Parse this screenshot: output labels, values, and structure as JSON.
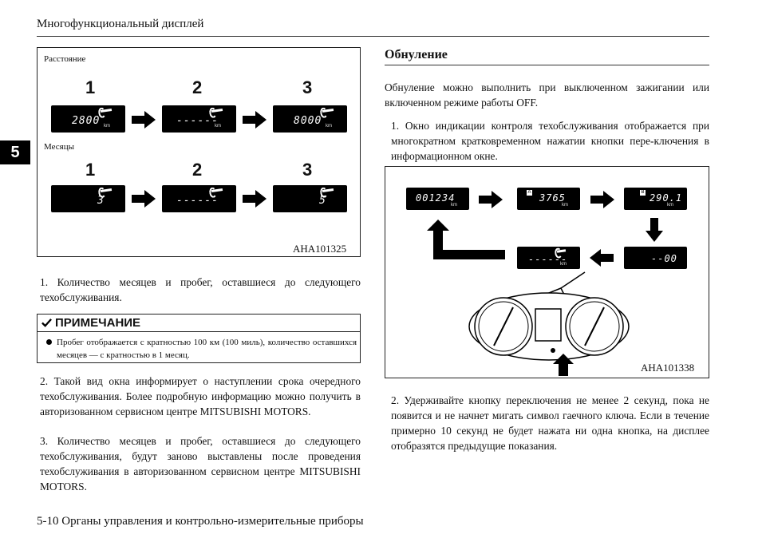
{
  "header": {
    "title": "Многофункциональный дисплей"
  },
  "chapter_tab": "5",
  "left_figure": {
    "label_distance": "Расстояние",
    "label_months": "Месяцы",
    "step_numbers": [
      "1",
      "2",
      "3"
    ],
    "distance_displays": [
      "2800",
      "------",
      "8000"
    ],
    "months_displays": [
      "3",
      "------",
      "5"
    ],
    "unit": "km",
    "code": "AHA101325"
  },
  "left_text": {
    "item1": "1. Количество месяцев и пробег, оставшиеся до следующего техобслуживания.",
    "note_title": "ПРИМЕЧАНИЕ",
    "note_text": "Пробег отображается с кратностью 100 км (100 миль), количество оставшихся месяцев — с кратностью в 1 месяц.",
    "item2": "2. Такой вид окна информирует о наступлении срока очередного техобслуживания. Более подробную информацию можно получить в авторизованном сервисном центре MITSUBISHI MOTORS.",
    "item3": "3. Количество месяцев и пробег, оставшиеся до следующего техобслуживания, будут заново выставлены после проведения техобслуживания в авторизованном сервисном центре MITSUBISHI MOTORS."
  },
  "right": {
    "section_title": "Обнуление",
    "intro": "Обнуление можно выполнить при выключенном зажигании или включенном режиме работы OFF.",
    "item1": "1. Окно индикации контроля техобслуживания отображается при многократном кратковременном нажатии кнопки пере-ключения в информационном окне.",
    "item2": "2. Удерживайте кнопку переключения не менее 2 секунд, пока не появится и не начнет мигать символ гаечного ключа. Если в течение примерно 10 секунд не будет нажата ни одна кнопка, на дисплее отобразятся предыдущие показания."
  },
  "right_figure": {
    "display1": "001234",
    "display2": "3765",
    "display2_badge": "A",
    "display3": "290.1",
    "display3_badge": "B",
    "display4": "------",
    "display5": "--00",
    "unit": "km",
    "code": "AHA101338"
  },
  "footer": {
    "text": "5-10 Органы управления и контрольно-измерительные приборы"
  }
}
